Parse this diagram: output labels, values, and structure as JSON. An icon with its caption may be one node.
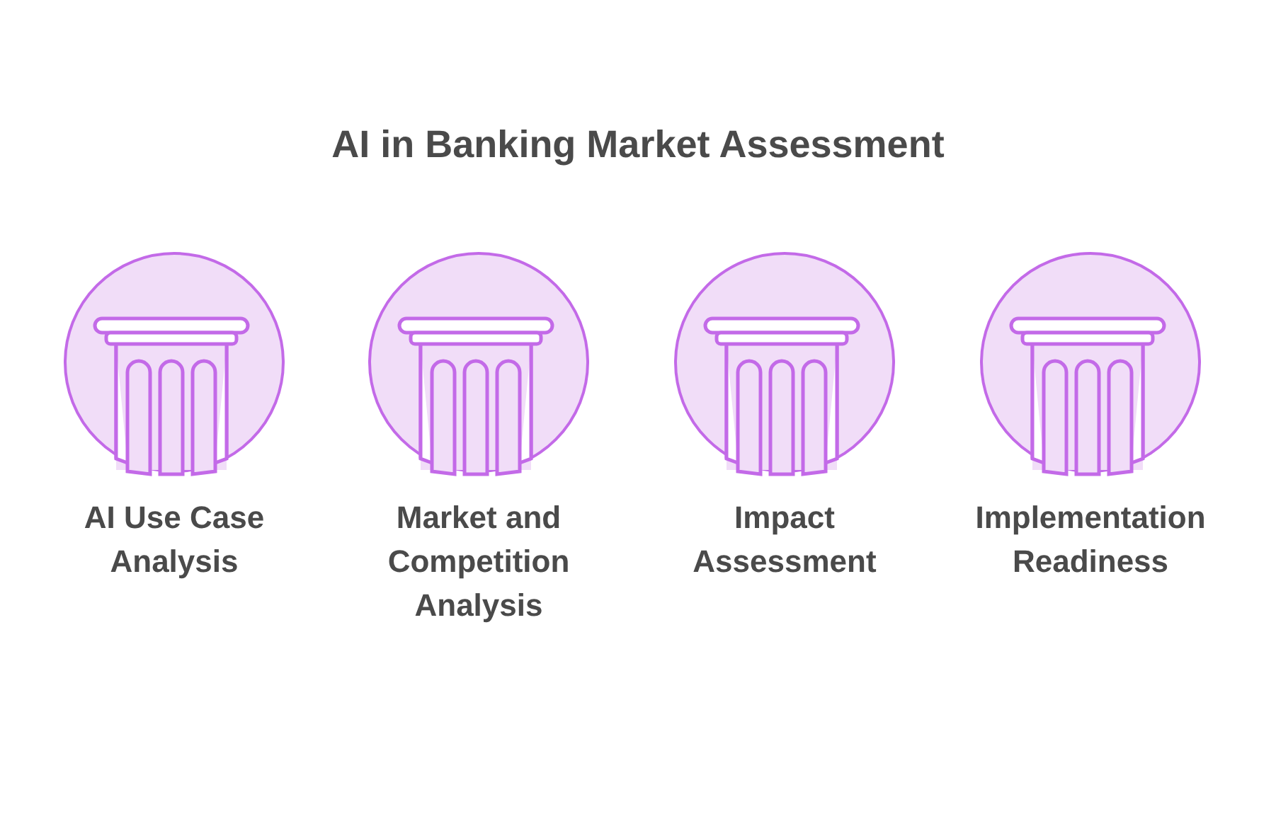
{
  "diagram": {
    "title": "AI in Banking Market Assessment",
    "nodes": [
      {
        "text": [
          "AI Use Case Analysis"
        ]
      },
      {
        "text": [
          "Market and Competition Analysis"
        ]
      },
      {
        "text": [
          "Impact Assessment"
        ]
      },
      {
        "text": [
          "Implementation Readiness"
        ]
      }
    ]
  }
}
